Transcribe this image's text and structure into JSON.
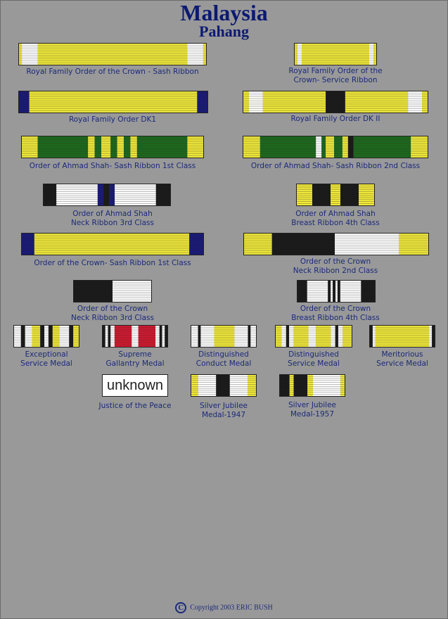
{
  "page": {
    "title": "Malaysia",
    "subtitle": "Pahang",
    "copyright": "Copyright 2003 ERIC BUSH"
  },
  "colors": {
    "yellow": "#f2ea3a",
    "navy": "#1a1a7a",
    "green": "#1e6b1e",
    "red": "#d21a30",
    "black": "#1a1a1a",
    "white": "#ffffff"
  },
  "ribbons": [
    {
      "id": "rfoc-sash",
      "caption": "Royal Family Order of the Crown - Sash Ribbon",
      "bands": [
        [
          "y",
          4
        ],
        [
          "w",
          22
        ],
        [
          "y",
          208
        ],
        [
          "w",
          22
        ],
        [
          "y",
          4
        ]
      ],
      "pin": "#222"
    },
    {
      "id": "rfoc-service",
      "caption": "Royal Family Order of the\nCrown- Service Ribbon",
      "bands": [
        [
          "y",
          4
        ],
        [
          "w",
          6
        ],
        [
          "y",
          96
        ],
        [
          "w",
          6
        ],
        [
          "y",
          4
        ]
      ],
      "pin": "#222"
    },
    {
      "id": "rfo-dk1",
      "caption": "Royal Family Order DK1",
      "bands": [
        [
          "n",
          14
        ],
        [
          "y",
          228
        ],
        [
          "n",
          14
        ]
      ],
      "pin": "#222"
    },
    {
      "id": "rfo-dk2",
      "caption": "Royal Family Order DK II",
      "bands": [
        [
          "y",
          8
        ],
        [
          "w",
          20
        ],
        [
          "y",
          90
        ],
        [
          "k",
          28
        ],
        [
          "y",
          90
        ],
        [
          "w",
          20
        ],
        [
          "y",
          8
        ]
      ],
      "pin": "#222"
    },
    {
      "id": "oas-sash-1",
      "caption": "Order of Ahmad Shah- Sash Ribbon 1st Class",
      "bands": [
        [
          "y",
          24
        ],
        [
          "g",
          76
        ],
        [
          "y",
          10
        ],
        [
          "g",
          10
        ],
        [
          "y",
          14
        ],
        [
          "g",
          10
        ],
        [
          "y",
          10
        ],
        [
          "g",
          10
        ],
        [
          "y",
          10
        ],
        [
          "g",
          76
        ],
        [
          "y",
          24
        ]
      ],
      "pin": "#222"
    },
    {
      "id": "oas-sash-2",
      "caption": "Order of Ahmad Shah- Sash Ribbon 2nd Class",
      "bands": [
        [
          "y",
          24
        ],
        [
          "g",
          80
        ],
        [
          "w",
          8
        ],
        [
          "g",
          6
        ],
        [
          "y",
          12
        ],
        [
          "g",
          12
        ],
        [
          "y",
          8
        ],
        [
          "k",
          8
        ],
        [
          "g",
          82
        ],
        [
          "y",
          24
        ]
      ],
      "pin": "#222"
    },
    {
      "id": "oas-neck-3",
      "caption": "Order of Ahmad  Shah\nNeck Ribbon 3rd Class",
      "bands": [
        [
          "k",
          18
        ],
        [
          "w",
          58
        ],
        [
          "n",
          8
        ],
        [
          "k",
          8
        ],
        [
          "n",
          8
        ],
        [
          "w",
          58
        ],
        [
          "k",
          20
        ]
      ],
      "pin": "#222"
    },
    {
      "id": "oas-breast-4",
      "caption": "Order of Ahmad  Shah\nBreast Ribbon 4th Class",
      "bands": [
        [
          "y",
          22
        ],
        [
          "k",
          26
        ],
        [
          "y",
          14
        ],
        [
          "k",
          26
        ],
        [
          "y",
          22
        ]
      ],
      "pin": "#222"
    },
    {
      "id": "otc-sash-1",
      "caption": "Order of the Crown- Sash Ribbon 1st Class",
      "bands": [
        [
          "n",
          18
        ],
        [
          "y",
          222
        ],
        [
          "n",
          20
        ]
      ],
      "pin": "#222"
    },
    {
      "id": "otc-neck-2",
      "caption": "Order of the Crown\nNeck Ribbon 2nd Class",
      "bands": [
        [
          "y",
          40
        ],
        [
          "k",
          90
        ],
        [
          "w",
          92
        ],
        [
          "y",
          42
        ]
      ],
      "pin": "#222"
    },
    {
      "id": "otc-neck-3",
      "caption": "Order of the Crown\nNeck Ribbon 3rd Class",
      "bands": [
        [
          "k",
          56
        ],
        [
          "w",
          56
        ]
      ],
      "pin": "#222"
    },
    {
      "id": "otc-breast-4",
      "caption": "Order of the Crown\nBreast Ribbon 4th Class",
      "bands": [
        [
          "k",
          14
        ],
        [
          "w",
          30
        ],
        [
          "k",
          4
        ],
        [
          "w",
          3
        ],
        [
          "k",
          4
        ],
        [
          "w",
          3
        ],
        [
          "k",
          4
        ],
        [
          "w",
          30
        ],
        [
          "k",
          20
        ]
      ],
      "pin": "#222"
    },
    {
      "id": "exceptional-service",
      "caption": "Exceptional\nService Medal",
      "bands": [
        [
          "w",
          10
        ],
        [
          "k",
          6
        ],
        [
          "w",
          10
        ],
        [
          "y",
          12
        ],
        [
          "k",
          6
        ],
        [
          "w",
          6
        ],
        [
          "k",
          6
        ],
        [
          "y",
          10
        ],
        [
          "w",
          14
        ],
        [
          "k",
          6
        ],
        [
          "y",
          8
        ]
      ],
      "pin": "#222"
    },
    {
      "id": "supreme-gallantry",
      "caption": "Supreme\nGallantry Medal",
      "bands": [
        [
          "k",
          4
        ],
        [
          "w",
          4
        ],
        [
          "k",
          4
        ],
        [
          "w",
          6
        ],
        [
          "r",
          26
        ],
        [
          "w",
          10
        ],
        [
          "r",
          26
        ],
        [
          "w",
          6
        ],
        [
          "k",
          4
        ],
        [
          "w",
          4
        ],
        [
          "k",
          4
        ]
      ],
      "pin": "#222"
    },
    {
      "id": "distinguished-conduct",
      "caption": "Distinguished\nConduct Medal",
      "bands": [
        [
          "w",
          10
        ],
        [
          "k",
          4
        ],
        [
          "w",
          20
        ],
        [
          "y",
          30
        ],
        [
          "w",
          20
        ],
        [
          "k",
          4
        ],
        [
          "w",
          8
        ]
      ],
      "pin": "#222"
    },
    {
      "id": "distinguished-service",
      "caption": "Distinguished\nService Medal",
      "bands": [
        [
          "y",
          8
        ],
        [
          "w",
          6
        ],
        [
          "k",
          4
        ],
        [
          "w",
          6
        ],
        [
          "y",
          20
        ],
        [
          "w",
          10
        ],
        [
          "y",
          20
        ],
        [
          "w",
          6
        ],
        [
          "k",
          4
        ],
        [
          "w",
          6
        ],
        [
          "y",
          12
        ]
      ],
      "pin": "#222"
    },
    {
      "id": "meritorious-service",
      "caption": "Meritorious\nService Medal",
      "bands": [
        [
          "k",
          4
        ],
        [
          "w",
          4
        ],
        [
          "y",
          78
        ],
        [
          "w",
          4
        ],
        [
          "k",
          4
        ]
      ],
      "pin": "#222"
    },
    {
      "id": "jp",
      "caption": "Justice of the Peace",
      "unknown": "unknown"
    },
    {
      "id": "silver-jubilee-1947",
      "caption": "Silver Jubilee\nMedal-1947",
      "bands": [
        [
          "y",
          10
        ],
        [
          "w",
          26
        ],
        [
          "k",
          20
        ],
        [
          "w",
          26
        ],
        [
          "y",
          12
        ]
      ],
      "pin": "#222"
    },
    {
      "id": "silver-jubilee-1957",
      "caption": "Silver Jubilee\nMedal-1957",
      "bands": [
        [
          "k",
          14
        ],
        [
          "y",
          6
        ],
        [
          "k",
          20
        ],
        [
          "y",
          8
        ],
        [
          "w",
          40
        ],
        [
          "y",
          6
        ]
      ],
      "pin": "#222"
    }
  ]
}
